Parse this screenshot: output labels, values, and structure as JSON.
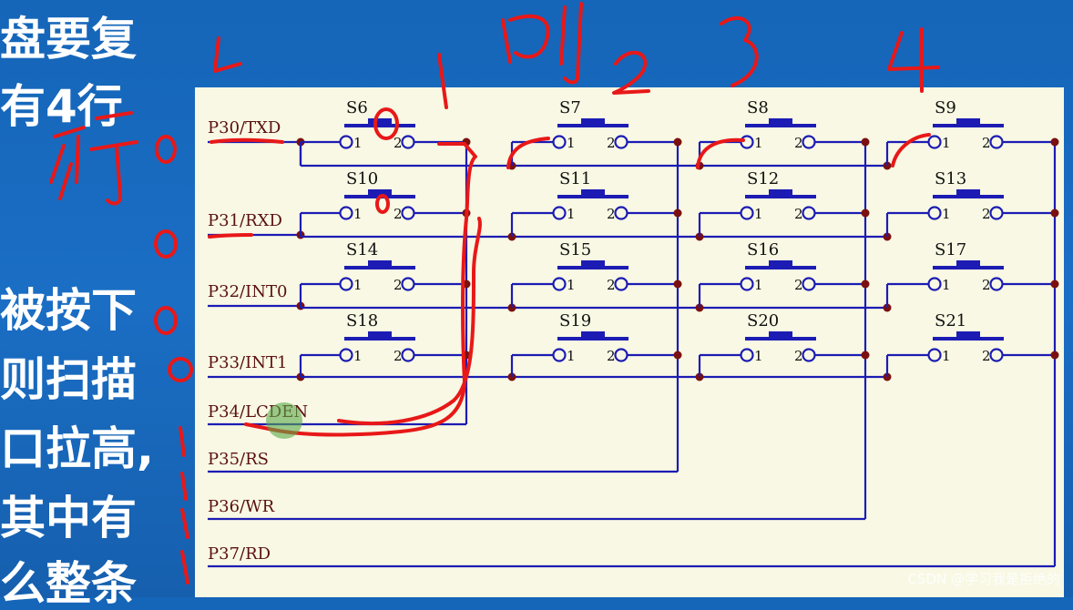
{
  "left_text": {
    "lines": [
      "盘要复",
      "有4行",
      "",
      "",
      "被按下",
      "则扫描",
      "口拉高,",
      "其中有",
      "么整条"
    ]
  },
  "schematic": {
    "rows": [
      {
        "label": "P30/TXD",
        "keys": [
          "S6",
          "S7",
          "S8",
          "S9"
        ]
      },
      {
        "label": "P31/RXD",
        "keys": [
          "S10",
          "S11",
          "S12",
          "S13"
        ]
      },
      {
        "label": "P32/INT0",
        "keys": [
          "S14",
          "S15",
          "S16",
          "S17"
        ]
      },
      {
        "label": "P33/INT1",
        "keys": [
          "S18",
          "S19",
          "S20",
          "S21"
        ]
      }
    ],
    "cols": [
      "P34/LCDEN",
      "P35/RS",
      "P36/WR",
      "P37/RD"
    ],
    "pin1": "1",
    "pin2": "2"
  },
  "annotations": {
    "col_numbers": [
      "1",
      "2",
      "3",
      "4"
    ],
    "row_values": [
      "0",
      "0",
      "0",
      "0"
    ],
    "hang": "行",
    "lie": "列"
  },
  "watermark": "CSDN @学习我是拒绝的",
  "colors": {
    "wire": "#1c1cb4",
    "node": "#7a1010",
    "ink": "#e81818",
    "panel": "#f8f8e4"
  }
}
